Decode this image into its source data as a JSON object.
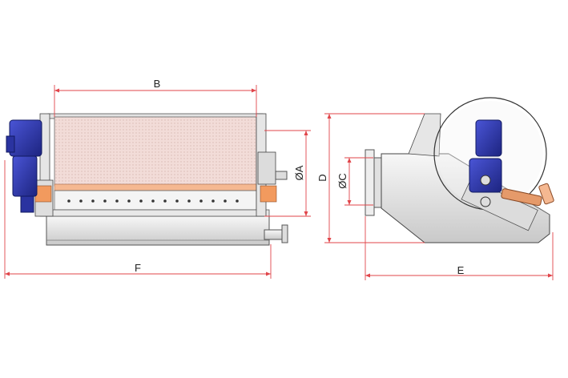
{
  "labels": {
    "B": "B",
    "A": "ØA",
    "F": "F",
    "C": "ØC",
    "D": "D",
    "E": "E"
  },
  "colors": {
    "dimension_line": "#e0454a",
    "motor_blue": "#2c35a8",
    "drum_pink": "#f1dcd8",
    "frame_grey": "#cfcfcf",
    "accent_orange": "#f0a070"
  }
}
